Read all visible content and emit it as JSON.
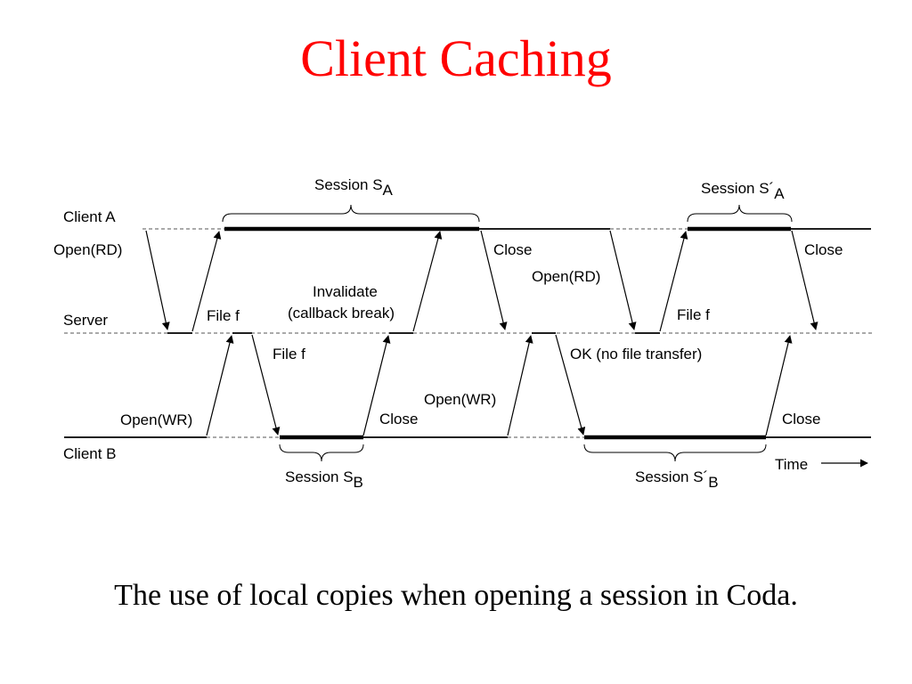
{
  "title": "Client Caching",
  "caption": "The use of  local copies when opening a session in Coda.",
  "lanes": {
    "client_a": "Client A",
    "server": "Server",
    "client_b": "Client B"
  },
  "labels": {
    "open_rd_1": "Open(RD)",
    "file_f_1": "File f",
    "close_a1": "Close",
    "invalidate_line1": "Invalidate",
    "invalidate_line2": "(callback break)",
    "open_wr_1": "Open(WR)",
    "file_f_2": "File f",
    "close_b1": "Close",
    "open_rd_2": "Open(RD)",
    "file_f_3": "File f",
    "close_a2": "Close",
    "open_wr_2": "Open(WR)",
    "ok_no_transfer": "OK (no file transfer)",
    "close_b2": "Close",
    "time": "Time"
  },
  "sessions": {
    "sa": {
      "main": "Session S",
      "sub": "A"
    },
    "sa_prime": {
      "main": "Session S´",
      "sub": "A"
    },
    "sb": {
      "main": "Session S",
      "sub": "B"
    },
    "sb_prime": {
      "main": "Session S´",
      "sub": "B"
    }
  }
}
